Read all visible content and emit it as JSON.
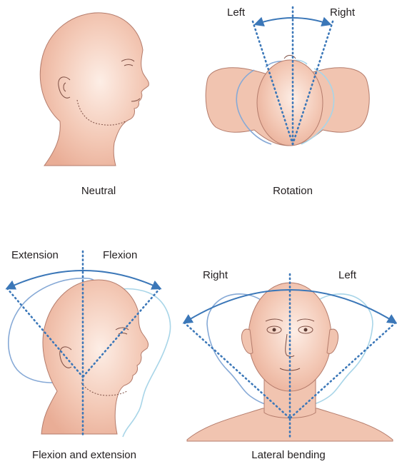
{
  "panels": {
    "neutral": {
      "caption": "Neutral"
    },
    "rotation": {
      "caption": "Rotation",
      "left_label": "Left",
      "right_label": "Right"
    },
    "flexion_extension": {
      "caption": "Flexion and extension",
      "left_label": "Extension",
      "right_label": "Flexion"
    },
    "lateral_bending": {
      "caption": "Lateral bending",
      "left_label": "Right",
      "right_label": "Left"
    }
  },
  "colors": {
    "axis_blue": "#3b77b8",
    "ghost_blue": "#86a9d6",
    "ghost_light_blue": "#a8d5e8",
    "skin": "#f2c5b1",
    "skin_highlight": "#fbe6dc"
  }
}
